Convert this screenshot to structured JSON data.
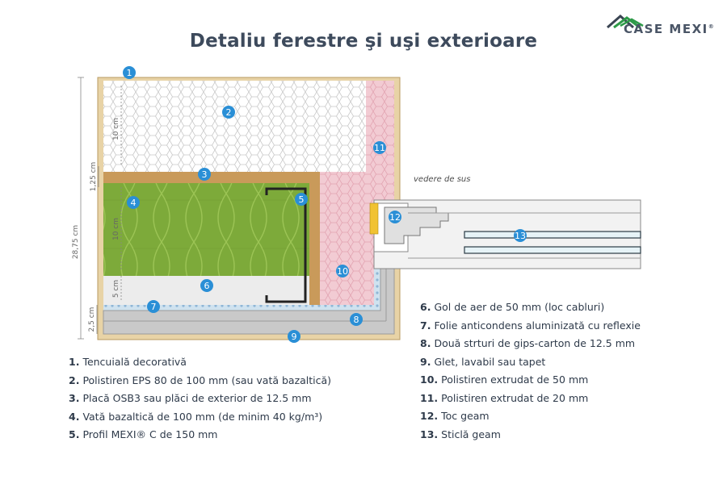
{
  "title": "Detaliu ferestre şi uşi exterioare",
  "logo": {
    "text": "CASE MEXI",
    "mark": "®",
    "icon": "house-roof-icon",
    "color": "#2e9a48"
  },
  "view_label": "vedere de sus",
  "dimensions": {
    "total": "28,75 cm",
    "top_eps": "10 cm",
    "osb": "1,25 cm",
    "wool": "10 cm",
    "gap": "5 cm",
    "boards": "2,5 cm"
  },
  "markers": [
    "1",
    "2",
    "3",
    "4",
    "5",
    "6",
    "7",
    "8",
    "9",
    "10",
    "11",
    "12",
    "13"
  ],
  "legend_left": [
    {
      "num": "1.",
      "text": "Tencuială decorativă"
    },
    {
      "num": "2.",
      "text": "Polistiren EPS 80 de 100 mm (sau vată bazaltică)"
    },
    {
      "num": "3.",
      "text": "Placă OSB3 sau plăci de exterior de 12.5 mm"
    },
    {
      "num": "4.",
      "text": "Vată bazaltică de 100 mm (de minim 40 kg/m³)"
    },
    {
      "num": "5.",
      "text": "Profil MEXI® C de 150 mm"
    }
  ],
  "legend_right": [
    {
      "num": "6.",
      "text": "Gol de aer de 50 mm (loc cabluri)"
    },
    {
      "num": "7.",
      "text": "Folie anticondens aluminizată cu reflexie"
    },
    {
      "num": "8.",
      "text": "Două strturi de gips-carton de 12.5 mm"
    },
    {
      "num": "9.",
      "text": "Glet, lavabil sau tapet"
    },
    {
      "num": "10.",
      "text": "Polistiren extrudat de 50 mm"
    },
    {
      "num": "11.",
      "text": "Polistiren extrudat de 20 mm"
    },
    {
      "num": "12.",
      "text": "Toc geam"
    },
    {
      "num": "13.",
      "text": "Sticlă geam"
    }
  ],
  "colors": {
    "badge": "#2a8fd6",
    "render": "#e8d3a6",
    "osb": "#c99a5a",
    "wool": "#7daa3a",
    "xps": "#f2cbd3",
    "gypsum": "#c9c9c9"
  }
}
